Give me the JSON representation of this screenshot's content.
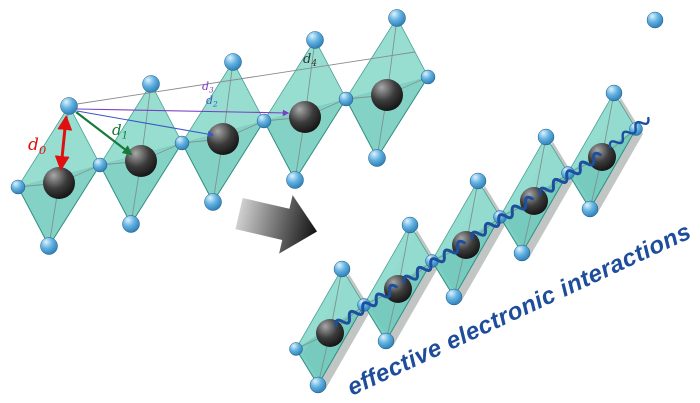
{
  "figure": {
    "labels": {
      "base": "d",
      "subs": [
        "0",
        "1",
        "2",
        "3",
        "4"
      ]
    },
    "caption": "effective electronic interactions",
    "colors": {
      "octahedron_fill": "#6ecabc",
      "octahedron_top_fill": "#9fe2d6",
      "octahedron_edge": "#2f8f7f",
      "small_atom": "#4aa3dc",
      "large_atom": "#111111",
      "d0_arrow": "#e01010",
      "d1_arrow": "#157a3a",
      "d2_arrow": "#3a57c4",
      "d3_arrow": "#7a3fc4",
      "d4_line": "#8a8a8a",
      "interaction_wave": "#1d4f9f",
      "caption_text": "#1e4d9b",
      "transform_arrow_start": "#d0d0d0",
      "transform_arrow_end": "#111111"
    }
  }
}
